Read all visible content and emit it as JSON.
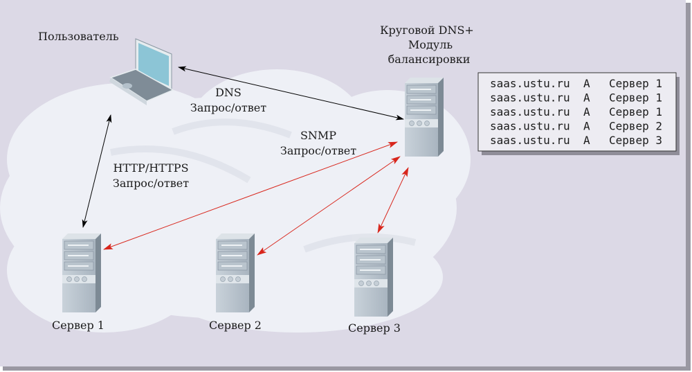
{
  "colors": {
    "background": "#dcd9e6",
    "cloud": "#eef0f6",
    "request_arrow": "#000000",
    "snmp_arrow": "#d8261c"
  },
  "nodes": {
    "user": {
      "label": "Пользователь",
      "icon": "laptop-icon"
    },
    "dns_server": {
      "label_lines": [
        "Круговой DNS+",
        "Модуль",
        "балансировки"
      ],
      "icon": "server-icon"
    },
    "servers": [
      {
        "label": "Сервер 1",
        "icon": "server-icon"
      },
      {
        "label": "Сервер 2",
        "icon": "server-icon"
      },
      {
        "label": "Сервер 3",
        "icon": "server-icon"
      }
    ]
  },
  "edges": {
    "dns": {
      "lines": [
        "DNS",
        "Запрос/ответ"
      ]
    },
    "snmp": {
      "lines": [
        "SNMP",
        "Запрос/ответ"
      ]
    },
    "http": {
      "lines": [
        "HTTP/HTTPS",
        "Запрос/ответ"
      ]
    }
  },
  "dns_table": {
    "rows": [
      {
        "name": "saas.ustu.ru",
        "type": "A",
        "target": "Сервер 1"
      },
      {
        "name": "saas.ustu.ru",
        "type": "A",
        "target": "Сервер 1"
      },
      {
        "name": "saas.ustu.ru",
        "type": "A",
        "target": "Сервер 1"
      },
      {
        "name": "saas.ustu.ru",
        "type": "A",
        "target": "Сервер 2"
      },
      {
        "name": "saas.ustu.ru",
        "type": "A",
        "target": "Сервер 3"
      }
    ]
  }
}
